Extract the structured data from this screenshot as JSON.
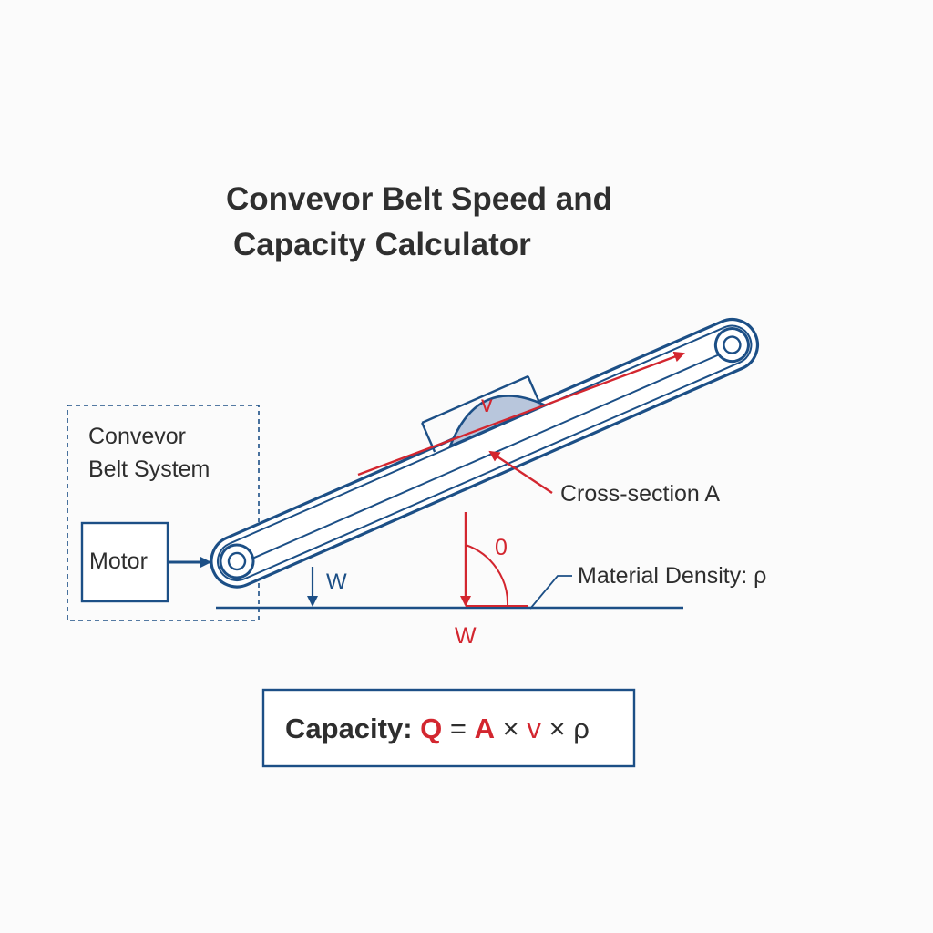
{
  "title": {
    "line1": "Convevor Belt Speed and",
    "line2": "Capacity Calculator"
  },
  "system_box": {
    "label_line1": "Convevor",
    "label_line2": "Belt System",
    "motor_label": "Motor"
  },
  "labels": {
    "velocity": "v",
    "cross_section": "Cross-section A",
    "angle": "0",
    "material_density": "Material Density: ρ",
    "weight_small": "W",
    "weight_vertical": "W"
  },
  "formula": {
    "prefix": "Capacity: ",
    "Q": "Q",
    "eq": " = ",
    "A": "A",
    "x1": " × ",
    "v": "v",
    "x2": " × ",
    "rho": "ρ"
  },
  "colors": {
    "blue": "#1c4f86",
    "red": "#d3262f",
    "text": "#2e2e2e",
    "fill": "#b8c6dc"
  }
}
